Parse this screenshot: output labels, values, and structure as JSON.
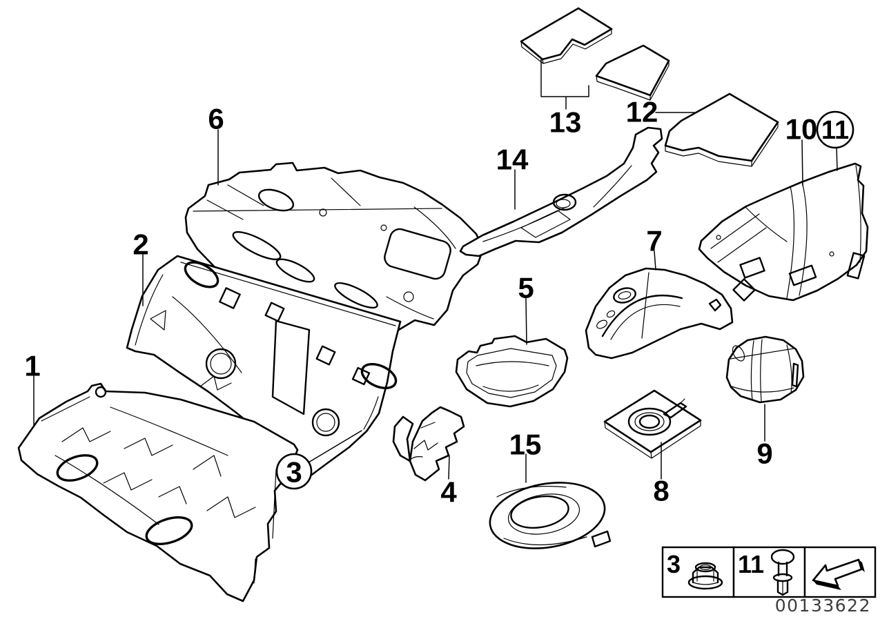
{
  "diagram": {
    "image_code": "00133622",
    "callouts": [
      {
        "label": "1",
        "circled": false
      },
      {
        "label": "2",
        "circled": false
      },
      {
        "label": "3",
        "circled": true
      },
      {
        "label": "4",
        "circled": false
      },
      {
        "label": "5",
        "circled": false
      },
      {
        "label": "6",
        "circled": false
      },
      {
        "label": "7",
        "circled": false
      },
      {
        "label": "8",
        "circled": false
      },
      {
        "label": "9",
        "circled": false
      },
      {
        "label": "10",
        "circled": false
      },
      {
        "label": "11",
        "circled": true
      },
      {
        "label": "12",
        "circled": false
      },
      {
        "label": "13",
        "circled": false
      },
      {
        "label": "14",
        "circled": false
      },
      {
        "label": "15",
        "circled": false
      }
    ],
    "legend": {
      "cells": [
        {
          "label": "3",
          "icon": "flange-nut-icon"
        },
        {
          "label": "11",
          "icon": "expansion-rivet-icon"
        },
        {
          "label": "",
          "icon": "direction-arrow-icon"
        }
      ]
    },
    "colors": {
      "line": "#000000",
      "background": "#ffffff",
      "code_text": "#3c3c3c"
    }
  }
}
